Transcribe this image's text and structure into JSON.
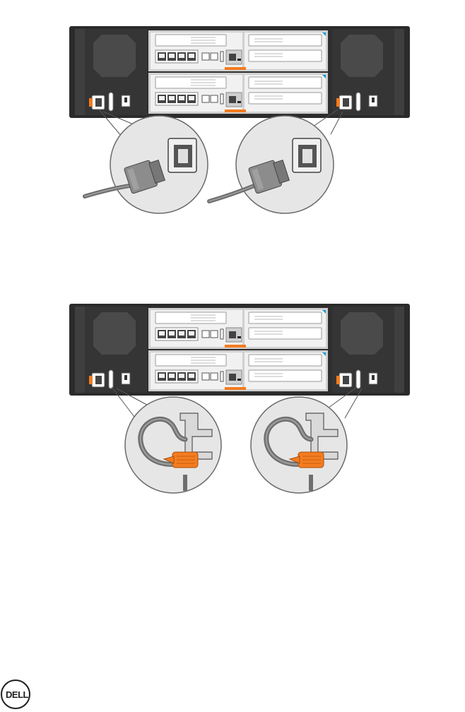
{
  "figures": [
    {
      "id": "connect-power-cables",
      "inset_content": "power-cord-plug"
    },
    {
      "id": "secure-power-cables",
      "inset_content": "cable-retention-strap"
    }
  ],
  "colors": {
    "chassis": "#3f3f3f",
    "chassis_dark": "#2b2b2b",
    "panel": "#ececec",
    "fan": "#4a4a4a",
    "port": "#d8d8d8",
    "accent_orange": "#f47c20",
    "accent_blue": "#1a9ad6",
    "inset_bg": "#e6e6e6",
    "cable": "#6e6e6e",
    "plug": "#8c8c8c"
  },
  "logo": {
    "text": "DELL",
    "icon": "dell-logo-icon"
  }
}
